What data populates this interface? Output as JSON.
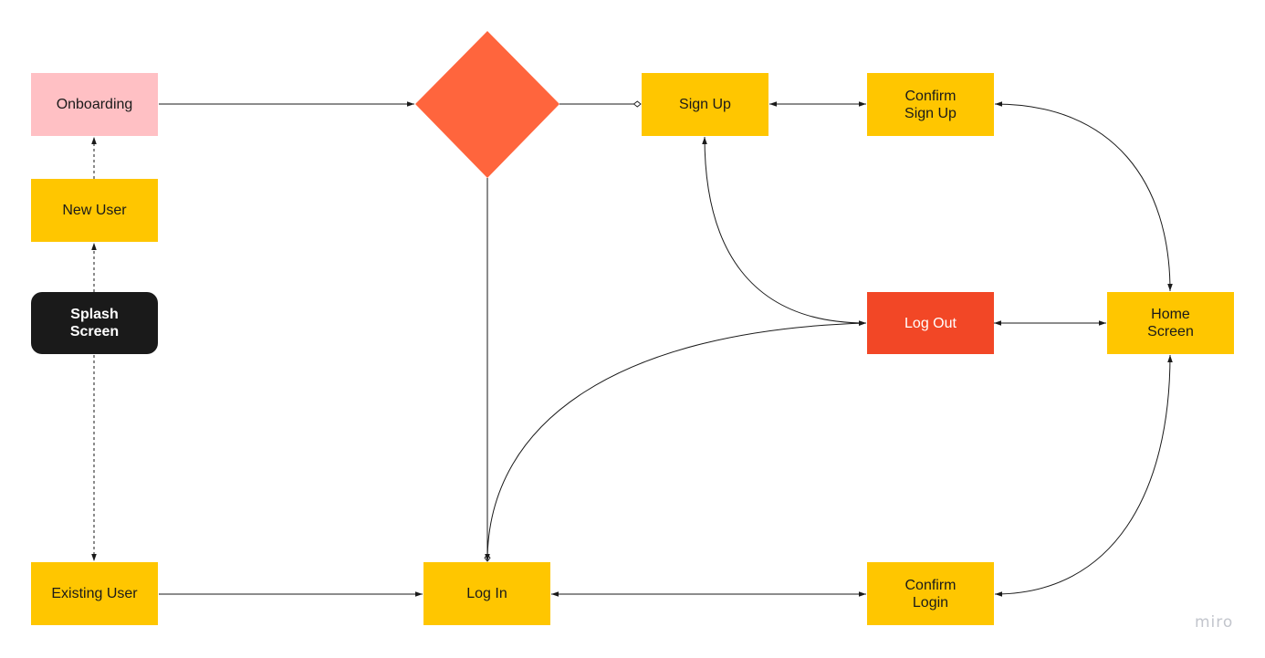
{
  "colors": {
    "onboarding": "#ffc0c4",
    "box": "#ffc600",
    "splash": "#1a1a1a",
    "decision": "#ff653d",
    "logout": "#f24726",
    "line": "#1a1a1a",
    "brand": "#c2c5cc"
  },
  "nodes": {
    "onboarding": "Onboarding",
    "new_user": "New User",
    "splash": "Splash\nScreen",
    "existing_user": "Existing User",
    "log_in": "Log In",
    "sign_up": "Sign Up",
    "confirm_sign_up": "Confirm\nSign Up",
    "log_out": "Log Out",
    "home_screen": "Home\nScreen",
    "confirm_login": "Confirm\nLogin"
  },
  "decision_label": "",
  "brand": "miro"
}
